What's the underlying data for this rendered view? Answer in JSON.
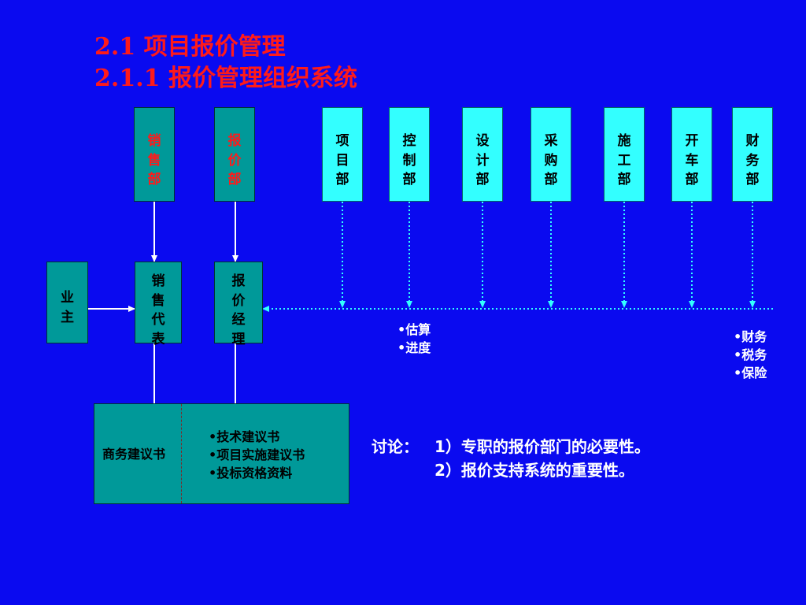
{
  "title": {
    "line1": "2.1  项目报价管理",
    "line2": "2.1.1  报价管理组织系统"
  },
  "top_departments": {
    "sales_dept": "销售部",
    "quote_dept": "报价部",
    "support": [
      "项目部",
      "控制部",
      "设计部",
      "采购部",
      "施工部",
      "开车部",
      "财务部"
    ]
  },
  "middle": {
    "owner": "业主",
    "sales_rep": "销售代表",
    "quote_manager": "报价经理"
  },
  "notes": {
    "control": [
      "估算",
      "进度"
    ],
    "finance": [
      "财务",
      "税务",
      "保险"
    ]
  },
  "documents": {
    "business": "商务建议书",
    "technical": [
      "技术建议书",
      "项目实施建议书",
      "投标资格资料"
    ]
  },
  "discussion": {
    "label": "讨论：",
    "items": [
      "1）专职的报价部门的必要性。",
      "2）报价支持系统的重要性。"
    ]
  },
  "colors": {
    "background": "#0a0af0",
    "title": "#ff1a1a",
    "teal_box": "#009999",
    "cyan_box": "#33ffff",
    "connector": "#ffffff",
    "dotted_connector": "#33ffff"
  }
}
